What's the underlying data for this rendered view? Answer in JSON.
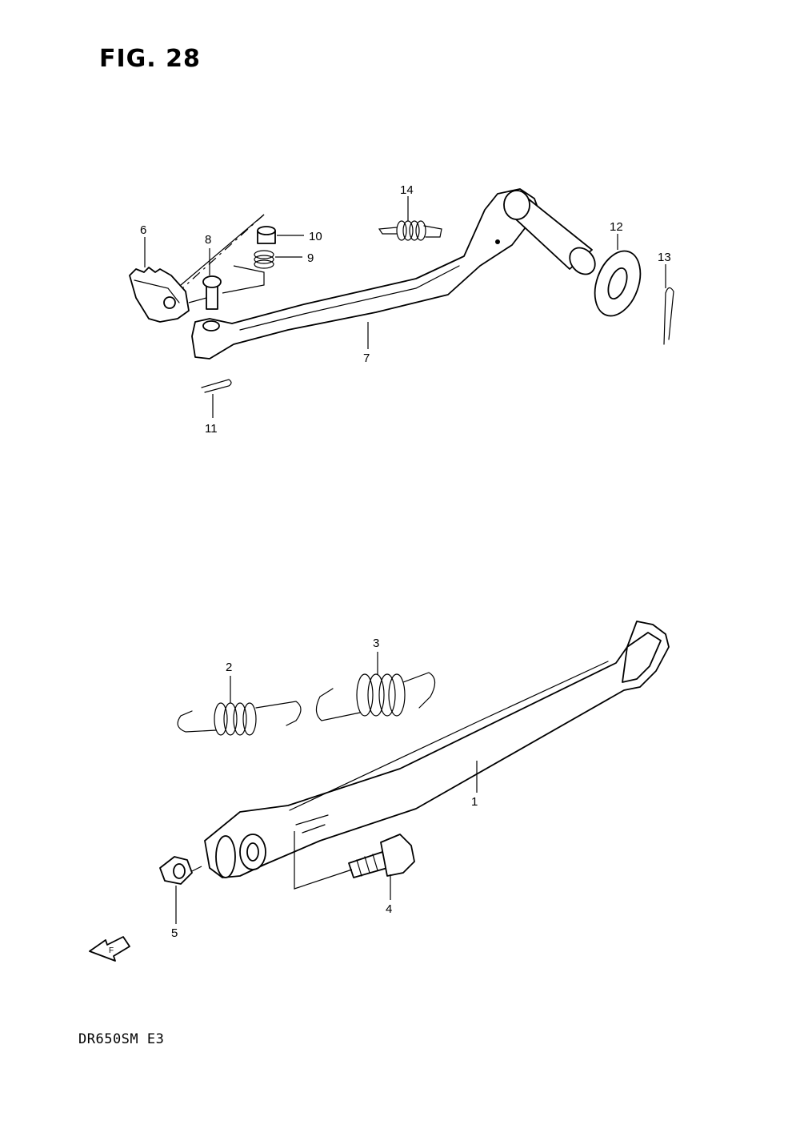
{
  "figure": {
    "title": "FIG. 28",
    "model_code": "DR650SM  E3",
    "front_arrow_text": "F"
  },
  "callouts": [
    {
      "id": "c1",
      "number": "1"
    },
    {
      "id": "c2",
      "number": "2"
    },
    {
      "id": "c3",
      "number": "3"
    },
    {
      "id": "c4",
      "number": "4"
    },
    {
      "id": "c5",
      "number": "5"
    },
    {
      "id": "c6",
      "number": "6"
    },
    {
      "id": "c7",
      "number": "7"
    },
    {
      "id": "c8",
      "number": "8"
    },
    {
      "id": "c9",
      "number": "9"
    },
    {
      "id": "c10",
      "number": "10"
    },
    {
      "id": "c11",
      "number": "11"
    },
    {
      "id": "c12",
      "number": "12"
    },
    {
      "id": "c13",
      "number": "13"
    },
    {
      "id": "c14",
      "number": "14"
    }
  ]
}
